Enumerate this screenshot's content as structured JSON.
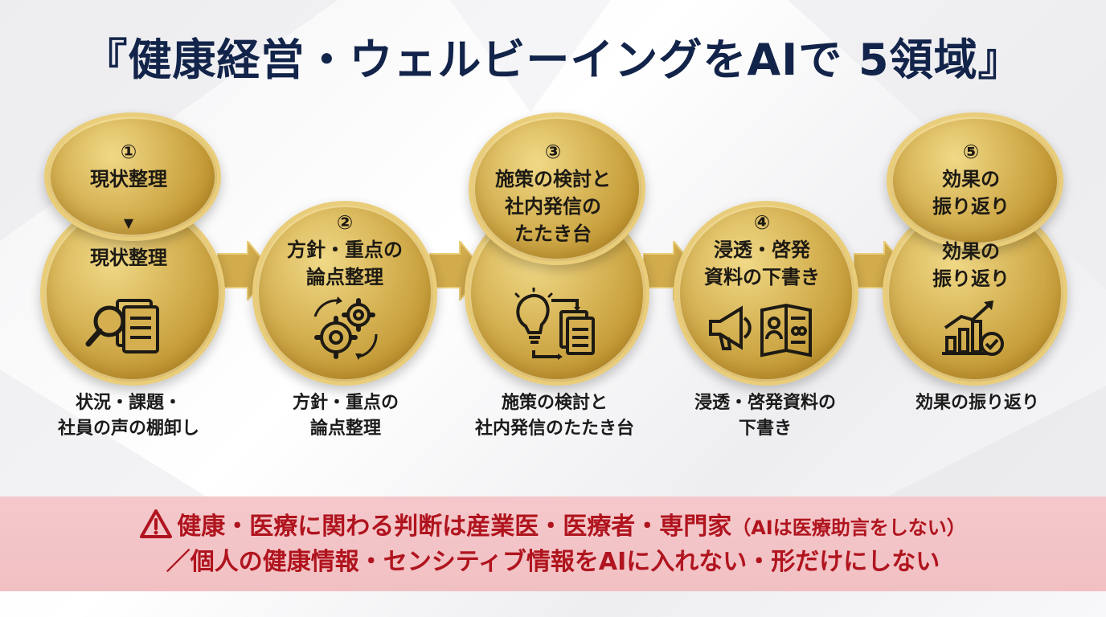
{
  "title": "『健康経営・ウェルビーイングをAIで 5領域』",
  "colors": {
    "title": "#13244a",
    "gold": "#d4ae4f",
    "gold_dark": "#a47d22",
    "warning_bg": "#f2c4c7",
    "warning_text": "#b0141e"
  },
  "stages": [
    {
      "number": "①",
      "heading_top": "現状整理",
      "heading_bottom": "現状整理",
      "icon": "magnifier-document-icon",
      "caption_line1": "状況・課題・",
      "caption_line2": "社員の声の棚卸し"
    },
    {
      "number": "②",
      "heading_line1": "方針・重点の",
      "heading_line2": "論点整理",
      "icon": "gears-icon",
      "caption_line1": "方針・重点の",
      "caption_line2": "論点整理"
    },
    {
      "number": "③",
      "heading_line1": "施策の検討と",
      "heading_line2": "社内発信の",
      "heading_line3": "たたき台",
      "icon": "lightbulb-documents-icon",
      "caption_line1": "施策の検討と",
      "caption_line2": "社内発信のたたき台"
    },
    {
      "number": "④",
      "heading_line1": "浸透・啓発",
      "heading_line2": "資料の下書き",
      "icon": "megaphone-brochure-icon",
      "caption_line1": "浸透・啓発資料の",
      "caption_line2": "下書き"
    },
    {
      "number": "⑤",
      "heading_top_line1": "効果の",
      "heading_top_line2": "振り返り",
      "heading_bottom_line1": "効果の",
      "heading_bottom_line2": "振り返り",
      "icon": "growth-chart-check-icon",
      "caption_line1": "効果の振り返り"
    }
  ],
  "warning": {
    "icon": "warning-triangle-icon",
    "line1_main": "健康・医療に関わる判断は産業医・医療者・専門家",
    "line1_note": "（AIは医療助言をしない）",
    "line2": "／個人の健康情報・センシティブ情報をAIに入れない・形だけにしない"
  }
}
